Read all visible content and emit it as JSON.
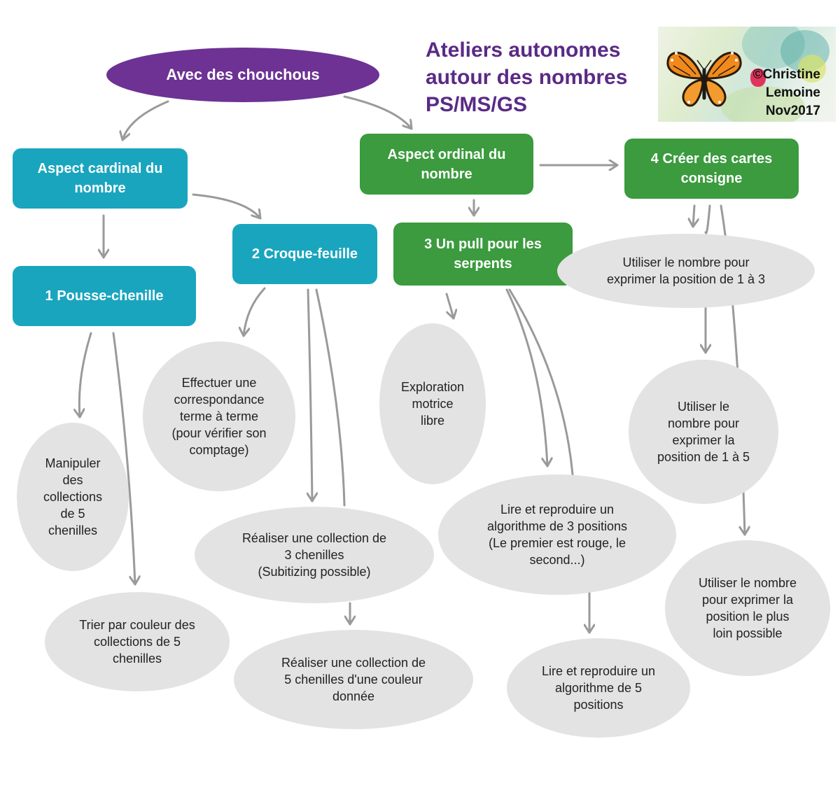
{
  "title": "Ateliers autonomes\nautour des nombres\nPS/MS/GS",
  "credit": "©Christine\nLemoine\nNov2017",
  "root": {
    "label": "Avec des chouchous"
  },
  "boxes": {
    "cardinal": "Aspect cardinal du\nnombre",
    "ordinal": "Aspect ordinal du\nnombre",
    "pousse": "1 Pousse-chenille",
    "croque": "2 Croque-feuille",
    "pull": "3 Un pull pour les\nserpents",
    "cartes": "4 Créer des cartes\nconsigne"
  },
  "activities": {
    "manipuler": "Manipuler\ndes\ncollections\nde 5\nchenilles",
    "trier": "Trier par couleur des\ncollections de 5\nchenilles",
    "correspondance": "Effectuer une\ncorrespondance\nterme à terme\n(pour vérifier son\ncomptage)",
    "collection3": "Réaliser une collection de\n3 chenilles\n(Subitizing possible)",
    "collection5": "Réaliser une collection de\n5 chenilles d'une couleur\ndonnée",
    "exploration": "Exploration\nmotrice\nlibre",
    "algo3": "Lire et reproduire un\nalgorithme de 3 positions\n(Le premier est rouge, le\nsecond...)",
    "algo5": "Lire et reproduire un\nalgorithme de 5\npositions",
    "position3": "Utiliser le nombre pour\nexprimer la position de 1 à 3",
    "position5": "Utiliser le\nnombre pour\nexprimer la\nposition de 1 à 5",
    "positionloin": "Utiliser le nombre\npour exprimer la\nposition le plus\nloin possible"
  },
  "colors": {
    "teal": "#1aa5be",
    "green": "#3b9b3e",
    "purple": "#6d3294",
    "ellipse": "#e3e3e3",
    "arrow": "#9a9a9a"
  }
}
